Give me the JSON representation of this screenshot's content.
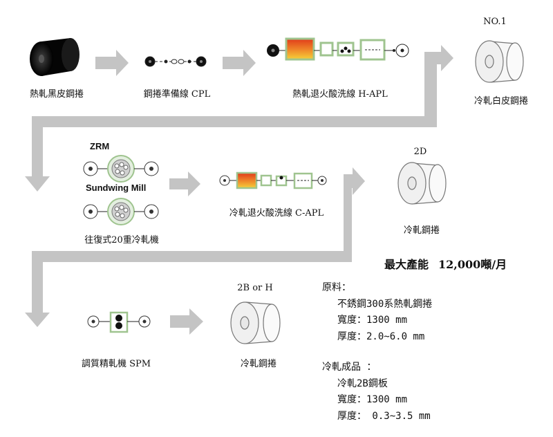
{
  "stages": {
    "hot_rolled_black": "熱軋黑皮鋼捲",
    "cpl": "鋼捲準備線 CPL",
    "hapl": "熱軋退火酸洗線 H-APL",
    "no1_code": "NO.1",
    "cold_white": "冷軋白皮鋼捲",
    "zrm": "ZRM",
    "sundwing": "Sundwing Mill",
    "mill20": "往復式20重冷軋機",
    "capl": "冷軋退火酸洗線 C-APL",
    "code_2d": "2D",
    "cold_coil_2d": "冷軋鋼捲",
    "spm": "調質精軋機 SPM",
    "code_2b": "2B or H",
    "cold_coil_2b": "冷軋鋼捲"
  },
  "capacity": {
    "label": "最大產能",
    "value": "12,000噸/月"
  },
  "raw_material": {
    "title": "原料：",
    "lines": [
      "不銹鋼300系熱軋鋼捲",
      "寬度：1300 mm",
      "厚度：2.0~6.0 mm"
    ]
  },
  "product": {
    "title": "冷軋成品 ：",
    "lines": [
      "冷軋2B鋼板",
      "寬度：1300 mm",
      "厚度： 0.3~3.5 mm"
    ]
  },
  "colors": {
    "arrow": "#c4c4c4",
    "frame": "#9fc48f",
    "hot": "#e03a1a",
    "warm": "#f5d23a"
  }
}
